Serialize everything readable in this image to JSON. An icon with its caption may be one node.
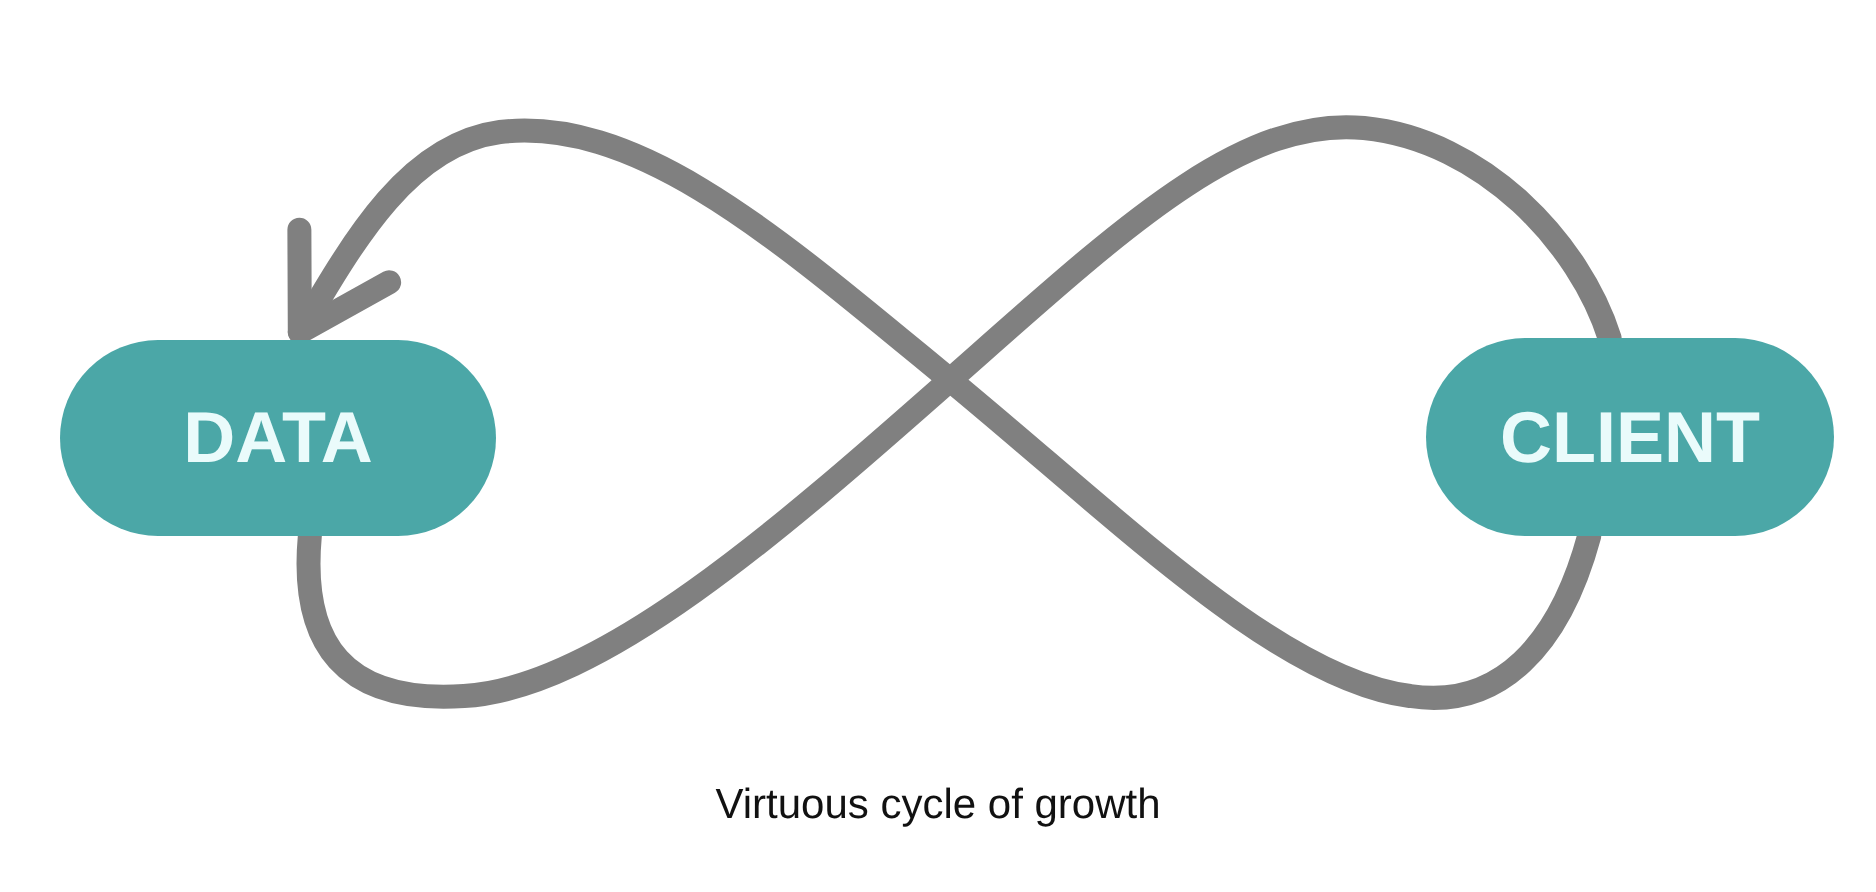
{
  "diagram": {
    "caption": "Virtuous cycle of growth",
    "nodes": [
      {
        "text": [
          "DATA"
        ]
      },
      {
        "text": [
          "CLIENT"
        ]
      }
    ],
    "edges": [
      {
        "from": 1,
        "to": 0,
        "arrow": "to"
      },
      {
        "from": 0,
        "to": 1,
        "arrow": "none"
      }
    ]
  }
}
